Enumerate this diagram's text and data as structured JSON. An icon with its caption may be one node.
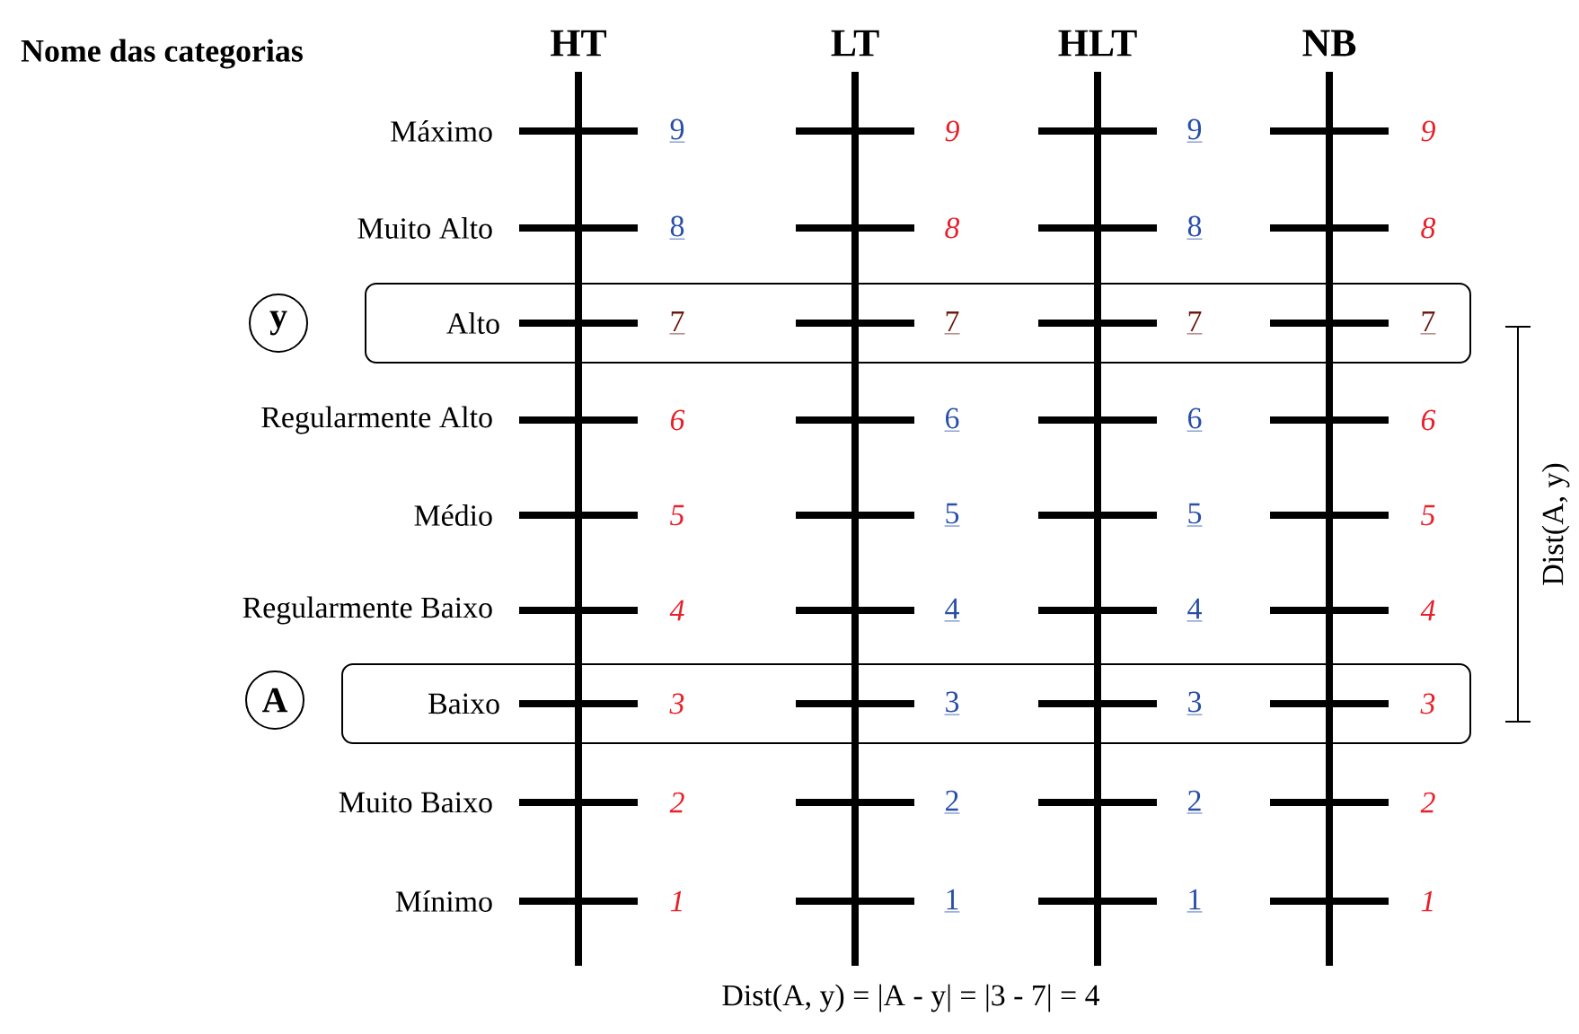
{
  "diagram": {
    "caption": "Dist(A, y) =  |A - y| =  |3 - 7| = 4",
    "nodes": [
      {
        "text": [
          "Alto"
        ]
      },
      {
        "text": [
          "Baixo"
        ]
      },
      {
        "text": [
          "y"
        ]
      },
      {
        "text": [
          "A"
        ]
      }
    ],
    "labels": [
      "Nome das categorias",
      "HT",
      "LT",
      "HLT",
      "NB",
      "Máximo",
      "9",
      "9",
      "9",
      "9",
      "Muito Alto",
      "8",
      "8",
      "8",
      "8",
      "7",
      "7",
      "7",
      "7",
      "Regularmente Alto",
      "6",
      "6",
      "6",
      "6",
      "Médio",
      "5",
      "5",
      "5",
      "5",
      "Regularmente Baixo",
      "4",
      "4",
      "4",
      "4",
      "3",
      "3",
      "3",
      "3",
      "Muito Baixo",
      "2",
      "2",
      "2",
      "2",
      "Mínimo",
      "1",
      "1",
      "1",
      "1",
      "Dist(A, y)"
    ]
  }
}
